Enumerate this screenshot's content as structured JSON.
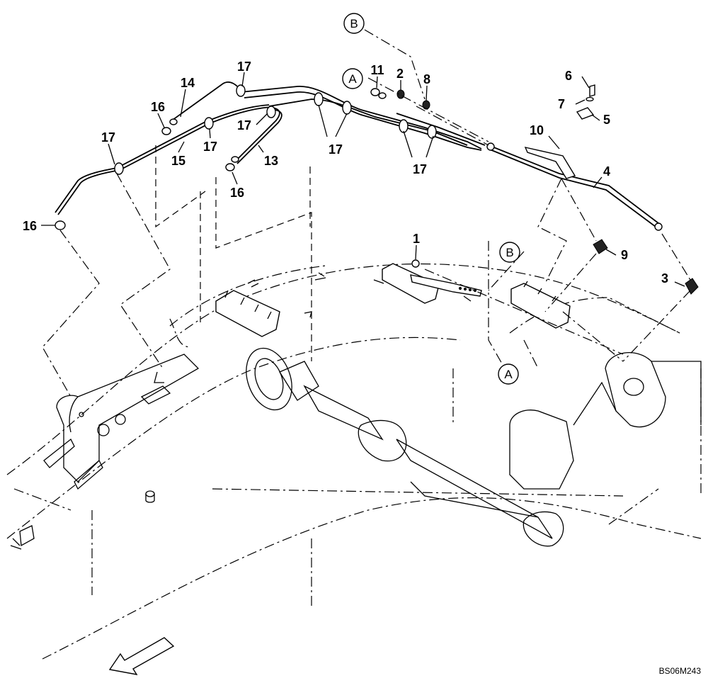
{
  "figure_code": "BS06M243",
  "part_labels": [
    "1",
    "2",
    "3",
    "4",
    "5",
    "6",
    "7",
    "8",
    "9",
    "10",
    "11",
    "13",
    "14",
    "15",
    "16",
    "16",
    "16",
    "17",
    "17",
    "17",
    "17",
    "17",
    "17"
  ],
  "circle_refs": [
    "A",
    "A",
    "B",
    "B"
  ]
}
